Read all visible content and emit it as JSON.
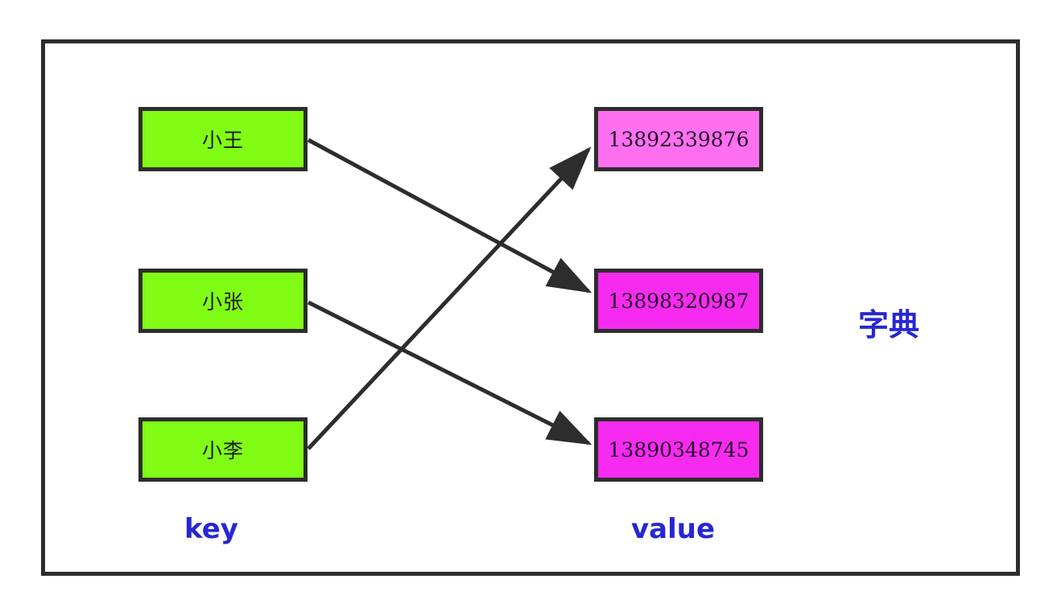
{
  "diagram": {
    "title_label": "字典",
    "key_label": "key",
    "value_label": "value",
    "keys": [
      {
        "label": "小王"
      },
      {
        "label": "小张"
      },
      {
        "label": "小李"
      }
    ],
    "values": [
      {
        "label": "13892339876",
        "color": "#ff70f0"
      },
      {
        "label": "13898320987",
        "color": "#f72bf0"
      },
      {
        "label": "13890348745",
        "color": "#f72bf0"
      }
    ],
    "mappings": [
      {
        "from": "小王",
        "to": "13898320987"
      },
      {
        "from": "小张",
        "to": "13890348745"
      },
      {
        "from": "小李",
        "to": "13892339876"
      }
    ],
    "colors": {
      "key_fill": "#80fc15",
      "value_fill_light": "#ff70f0",
      "value_fill_strong": "#f72bf0",
      "border": "#2d2d2d",
      "caption": "#2727d4",
      "arrow": "#2d2d2d",
      "background": "#ffffff"
    }
  }
}
